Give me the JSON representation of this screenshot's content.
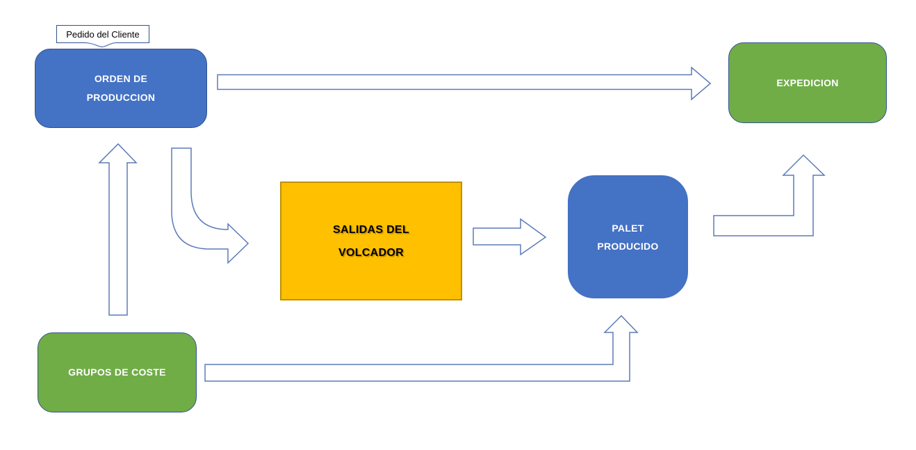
{
  "diagram": {
    "title": "production flow diagram",
    "callout": {
      "label": "Pedido del Cliente"
    },
    "nodes": {
      "orden": {
        "line1": "ORDEN DE",
        "line2": "PRODUCCION",
        "fill": "#4472C4",
        "shape": "rounded-rectangle"
      },
      "expedicion": {
        "line1": "EXPEDICION",
        "fill": "#70AD47",
        "shape": "rounded-rectangle"
      },
      "salidas": {
        "line1": "SALIDAS DEL",
        "line2": "VOLCADOR",
        "fill": "#FFC000",
        "shape": "rectangle"
      },
      "palet": {
        "line1": "PALET",
        "line2": "PRODUCIDO",
        "fill": "#4472C4",
        "shape": "rounded-rectangle"
      },
      "grupos": {
        "line1": "GRUPOS DE COSTE",
        "fill": "#70AD47",
        "shape": "rounded-rectangle"
      }
    },
    "arrows": [
      {
        "name": "orden-to-expedicion",
        "type": "straight-right-block-arrow"
      },
      {
        "name": "grupos-to-orden",
        "type": "straight-up-block-arrow"
      },
      {
        "name": "orden-to-salidas",
        "type": "curved-down-right-arrow"
      },
      {
        "name": "salidas-to-palet",
        "type": "short-right-block-arrow"
      },
      {
        "name": "palet-to-expedicion",
        "type": "elbow-right-then-up-arrow"
      },
      {
        "name": "grupos-to-palet",
        "type": "elbow-right-then-up-arrow"
      }
    ],
    "colors": {
      "node_blue": "#4472C4",
      "node_green": "#70AD47",
      "node_yellow": "#FFC000",
      "yellow_border": "#BF9000",
      "node_border": "#2F528F",
      "arrow_outline": "#5B7AB8",
      "arrow_fill": "#FFFFFF",
      "background": "#FFFFFF"
    }
  }
}
